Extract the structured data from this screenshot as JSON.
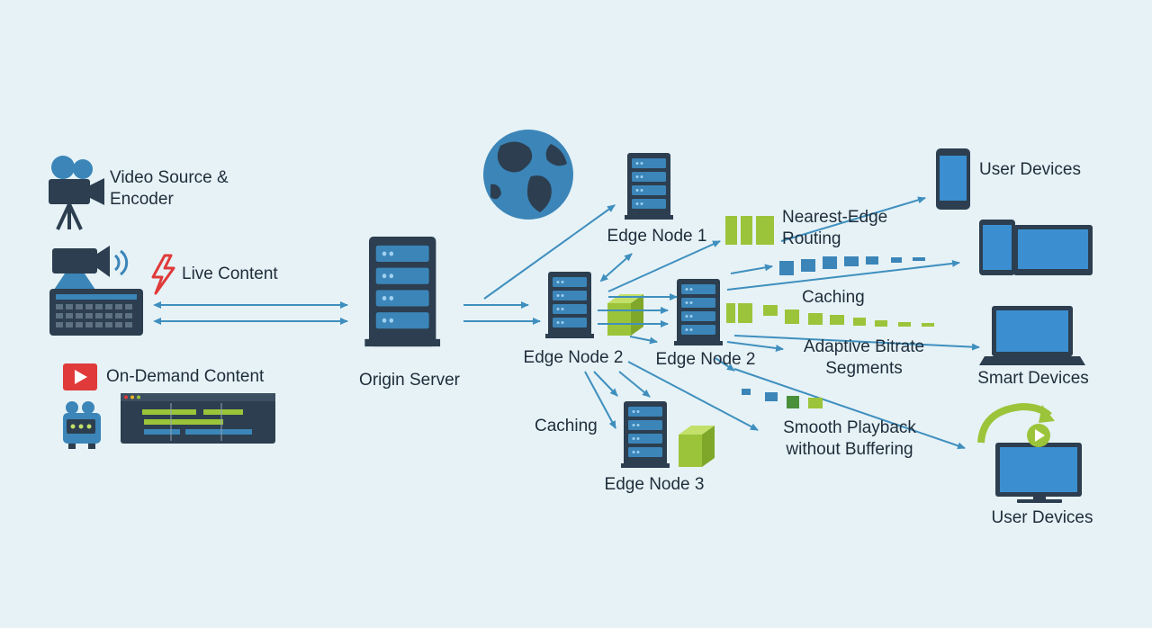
{
  "labels": {
    "video_source": [
      "Video Source &",
      "Encoder"
    ],
    "live_content": "Live Content",
    "on_demand_content": "On-Demand Content",
    "origin_server": "Origin Server",
    "edge_node_1": "Edge Node 1",
    "edge_node_2a": "Edge Node 2",
    "edge_node_2b": "Edge Node 2",
    "edge_node_3": "Edge Node 3",
    "caching_left": "Caching",
    "caching_right": "Caching",
    "nearest_edge_routing": [
      "Nearest-Edge",
      "Routing"
    ],
    "adaptive_bitrate": [
      "Adaptive Bitrate",
      "Segments"
    ],
    "smooth_playback": [
      "Smooth Playback",
      "without Buffering"
    ],
    "user_devices_top": "User Devices",
    "smart_devices": "Smart Devices",
    "user_devices_bottom": "User Devices"
  },
  "icons": [
    "video-camera-icon",
    "broadcast-camera-icon",
    "encoder-keyboard-icon",
    "lightning-icon",
    "play-button-icon",
    "robot-camera-icon",
    "timeline-editor-icon",
    "server-rack-icon",
    "globe-icon",
    "cache-cube-icon",
    "segment-blocks-icon",
    "smartphone-icon",
    "tablet-icon",
    "laptop-icon",
    "monitor-icon",
    "refresh-arrow-icon"
  ],
  "colors": {
    "background": "#e6f2f6",
    "server": "#3b85b8",
    "server_dark": "#2c3e4f",
    "cache": "#9cc43a",
    "arrow": "#3f8fbe",
    "live_icon": "#e03a3a"
  }
}
